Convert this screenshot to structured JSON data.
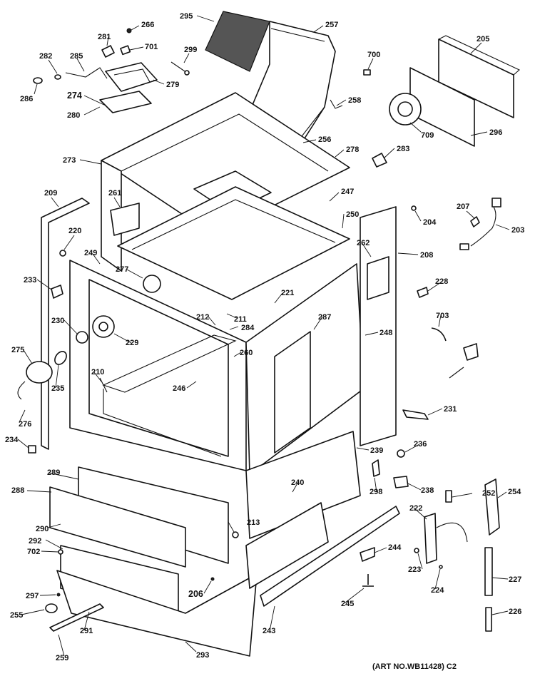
{
  "diagram": {
    "art_number": "(ART NO.WB11428) C2",
    "callouts": [
      {
        "id": "295",
        "text": "295"
      },
      {
        "id": "257",
        "text": "257"
      },
      {
        "id": "266",
        "text": "266"
      },
      {
        "id": "281",
        "text": "281"
      },
      {
        "id": "701",
        "text": "701"
      },
      {
        "id": "282",
        "text": "282"
      },
      {
        "id": "285",
        "text": "285"
      },
      {
        "id": "299",
        "text": "299"
      },
      {
        "id": "700",
        "text": "700"
      },
      {
        "id": "205",
        "text": "205"
      },
      {
        "id": "279",
        "text": "279"
      },
      {
        "id": "286",
        "text": "286"
      },
      {
        "id": "274",
        "text": "274"
      },
      {
        "id": "258",
        "text": "258"
      },
      {
        "id": "280",
        "text": "280"
      },
      {
        "id": "709",
        "text": "709"
      },
      {
        "id": "296",
        "text": "296"
      },
      {
        "id": "256",
        "text": "256"
      },
      {
        "id": "278",
        "text": "278"
      },
      {
        "id": "283",
        "text": "283"
      },
      {
        "id": "273",
        "text": "273"
      },
      {
        "id": "247",
        "text": "247"
      },
      {
        "id": "209",
        "text": "209"
      },
      {
        "id": "261",
        "text": "261"
      },
      {
        "id": "207",
        "text": "207"
      },
      {
        "id": "250",
        "text": "250"
      },
      {
        "id": "204",
        "text": "204"
      },
      {
        "id": "203",
        "text": "203"
      },
      {
        "id": "220",
        "text": "220"
      },
      {
        "id": "262",
        "text": "262"
      },
      {
        "id": "208",
        "text": "208"
      },
      {
        "id": "249",
        "text": "249"
      },
      {
        "id": "277",
        "text": "277"
      },
      {
        "id": "233",
        "text": "233"
      },
      {
        "id": "228",
        "text": "228"
      },
      {
        "id": "221",
        "text": "221"
      },
      {
        "id": "211",
        "text": "211"
      },
      {
        "id": "212",
        "text": "212"
      },
      {
        "id": "287",
        "text": "287"
      },
      {
        "id": "703",
        "text": "703"
      },
      {
        "id": "230",
        "text": "230"
      },
      {
        "id": "284",
        "text": "284"
      },
      {
        "id": "229",
        "text": "229"
      },
      {
        "id": "248",
        "text": "248"
      },
      {
        "id": "275",
        "text": "275"
      },
      {
        "id": "260",
        "text": "260"
      },
      {
        "id": "210",
        "text": "210"
      },
      {
        "id": "246",
        "text": "246"
      },
      {
        "id": "235",
        "text": "235"
      },
      {
        "id": "231",
        "text": "231"
      },
      {
        "id": "276",
        "text": "276"
      },
      {
        "id": "234",
        "text": "234"
      },
      {
        "id": "239",
        "text": "239"
      },
      {
        "id": "236",
        "text": "236"
      },
      {
        "id": "289",
        "text": "289"
      },
      {
        "id": "240",
        "text": "240"
      },
      {
        "id": "298",
        "text": "298"
      },
      {
        "id": "238",
        "text": "238"
      },
      {
        "id": "288",
        "text": "288"
      },
      {
        "id": "252",
        "text": "252"
      },
      {
        "id": "254",
        "text": "254"
      },
      {
        "id": "222",
        "text": "222"
      },
      {
        "id": "290",
        "text": "290"
      },
      {
        "id": "213",
        "text": "213"
      },
      {
        "id": "292",
        "text": "292"
      },
      {
        "id": "244",
        "text": "244"
      },
      {
        "id": "702",
        "text": "702"
      },
      {
        "id": "223",
        "text": "223"
      },
      {
        "id": "227",
        "text": "227"
      },
      {
        "id": "206",
        "text": "206"
      },
      {
        "id": "224",
        "text": "224"
      },
      {
        "id": "297",
        "text": "297"
      },
      {
        "id": "245",
        "text": "245"
      },
      {
        "id": "255",
        "text": "255"
      },
      {
        "id": "226",
        "text": "226"
      },
      {
        "id": "291",
        "text": "291"
      },
      {
        "id": "243",
        "text": "243"
      },
      {
        "id": "293",
        "text": "293"
      },
      {
        "id": "259",
        "text": "259"
      }
    ]
  }
}
